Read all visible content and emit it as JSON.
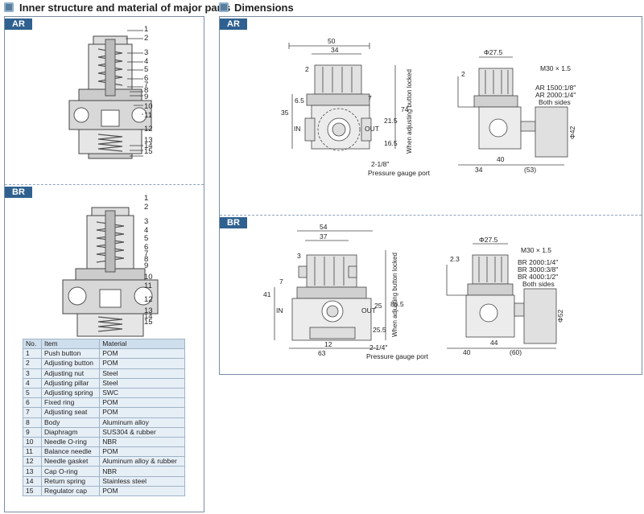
{
  "headers": {
    "left": "Inner structure and material of major parts",
    "right": "Dimensions"
  },
  "tags": {
    "ar": "AR",
    "br": "BR"
  },
  "callouts_ar": [
    "1",
    "2",
    "3",
    "4",
    "5",
    "6",
    "7",
    "8",
    "9",
    "10",
    "11",
    "12",
    "13",
    "14",
    "15"
  ],
  "callouts_br": [
    "1",
    "2",
    "3",
    "4",
    "5",
    "6",
    "7",
    "8",
    "9",
    "10",
    "11",
    "12",
    "13",
    "14",
    "15"
  ],
  "table": {
    "columns": [
      "No.",
      "Item",
      "Material"
    ],
    "rows": [
      [
        "1",
        "Push button",
        "POM"
      ],
      [
        "2",
        "Adjusting button",
        "POM"
      ],
      [
        "3",
        "Adjusting nut",
        "Steel"
      ],
      [
        "4",
        "Adjusting pillar",
        "Steel"
      ],
      [
        "5",
        "Adjusting spring",
        "SWC"
      ],
      [
        "6",
        "Fixed ring",
        "POM"
      ],
      [
        "7",
        "Adjusting seat",
        "POM"
      ],
      [
        "8",
        "Body",
        "Aluminum alloy"
      ],
      [
        "9",
        "Diaphragm",
        "SUS304 & rubber"
      ],
      [
        "10",
        "Needle O-ring",
        "NBR"
      ],
      [
        "11",
        "Balance needle",
        "POM"
      ],
      [
        "12",
        "Needle gasket",
        "Aluminum alloy & rubber"
      ],
      [
        "13",
        "Cap O-ring",
        "NBR"
      ],
      [
        "14",
        "Return spring",
        "Stainless steel"
      ],
      [
        "15",
        "Regulator cap",
        "POM"
      ]
    ]
  },
  "dim_ar_front": {
    "w50": "50",
    "w34": "34",
    "d2": "2",
    "d74": "74",
    "d35": "35",
    "d65": "6.5",
    "d7": "7",
    "d215": "21.5",
    "d165": "16.5",
    "in": "IN",
    "out": "OUT",
    "port": "2-1/8\"",
    "gauge": "Pressure gauge port",
    "locked": "When adjusting button locked"
  },
  "dim_ar_side": {
    "phi": "Φ27.5",
    "d2": "2",
    "thread": "M30 × 1.5",
    "n1": "AR 1500:1/8\"",
    "n2": "AR 2000:1/4\"",
    "both": "Both sides",
    "phi42": "Φ42",
    "d40": "40",
    "d34": "34",
    "d53": "(53)"
  },
  "dim_br_front": {
    "w54": "54",
    "w37": "37",
    "d3": "3",
    "d7": "7",
    "d41": "41",
    "d25": "25",
    "d865": "86.5",
    "d255": "25.5",
    "d12": "12",
    "d63": "63",
    "in": "IN",
    "out": "OUT",
    "port": "2-1/4\"",
    "gauge": "Pressure gauge port",
    "locked": "When adjusting button locked"
  },
  "dim_br_side": {
    "phi": "Φ27.5",
    "d23": "2.3",
    "thread": "M30 × 1.5",
    "n1": "BR 2000:1/4\"",
    "n2": "BR 3000:3/8\"",
    "n3": "BR 4000:1/2\"",
    "both": "Both sides",
    "phi52": "Φ52",
    "d40": "40",
    "d44": "44",
    "d60": "(60)"
  }
}
